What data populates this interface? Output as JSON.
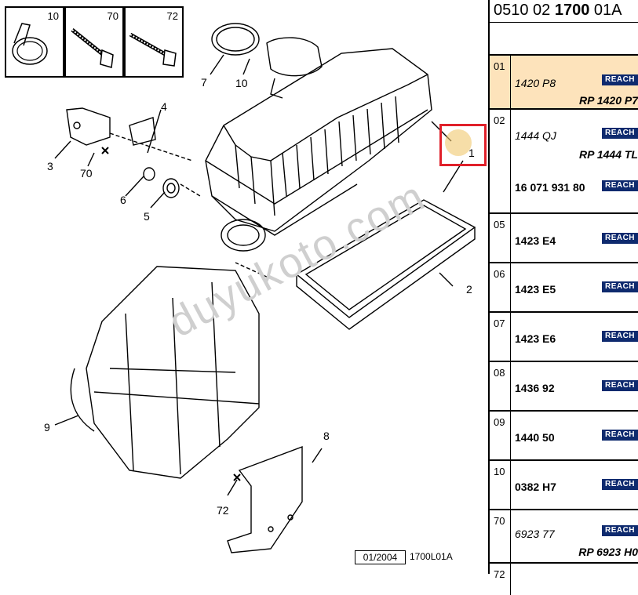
{
  "panel": {
    "header_prefix": "0510 02 ",
    "header_bold": "1700",
    "header_suffix": " 01A",
    "rows": [
      {
        "num": "01",
        "part": "1420 P8",
        "badge": "REACH",
        "ref": "RP 1420 P7"
      },
      {
        "num": "02",
        "part": "1444 QJ",
        "badge": "REACH",
        "ref": "RP 1444 TL",
        "part2": "16 071 931 80",
        "badge2": "REACH"
      },
      {
        "num": "05",
        "part": "1423 E4",
        "badge": "REACH"
      },
      {
        "num": "06",
        "part": "1423 E5",
        "badge": "REACH"
      },
      {
        "num": "07",
        "part": "1423 E6",
        "badge": "REACH"
      },
      {
        "num": "08",
        "part": "1436 92",
        "badge": "REACH"
      },
      {
        "num": "09",
        "part": "1440 50",
        "badge": "REACH"
      },
      {
        "num": "10",
        "part": "0382 H7",
        "badge": "REACH"
      },
      {
        "num": "70",
        "part": "6923 77",
        "badge": "REACH",
        "ref": "RP 6923 H0"
      },
      {
        "num": "72"
      }
    ]
  },
  "diagram": {
    "thumbs": [
      "10",
      "70",
      "72"
    ],
    "callouts": [
      "1",
      "2",
      "3",
      "4",
      "5",
      "6",
      "7",
      "8",
      "9",
      "10",
      "70",
      "72"
    ],
    "footer_date": "01/2004",
    "footer_code": "1700L01A",
    "watermark": "duyukoto.com"
  }
}
